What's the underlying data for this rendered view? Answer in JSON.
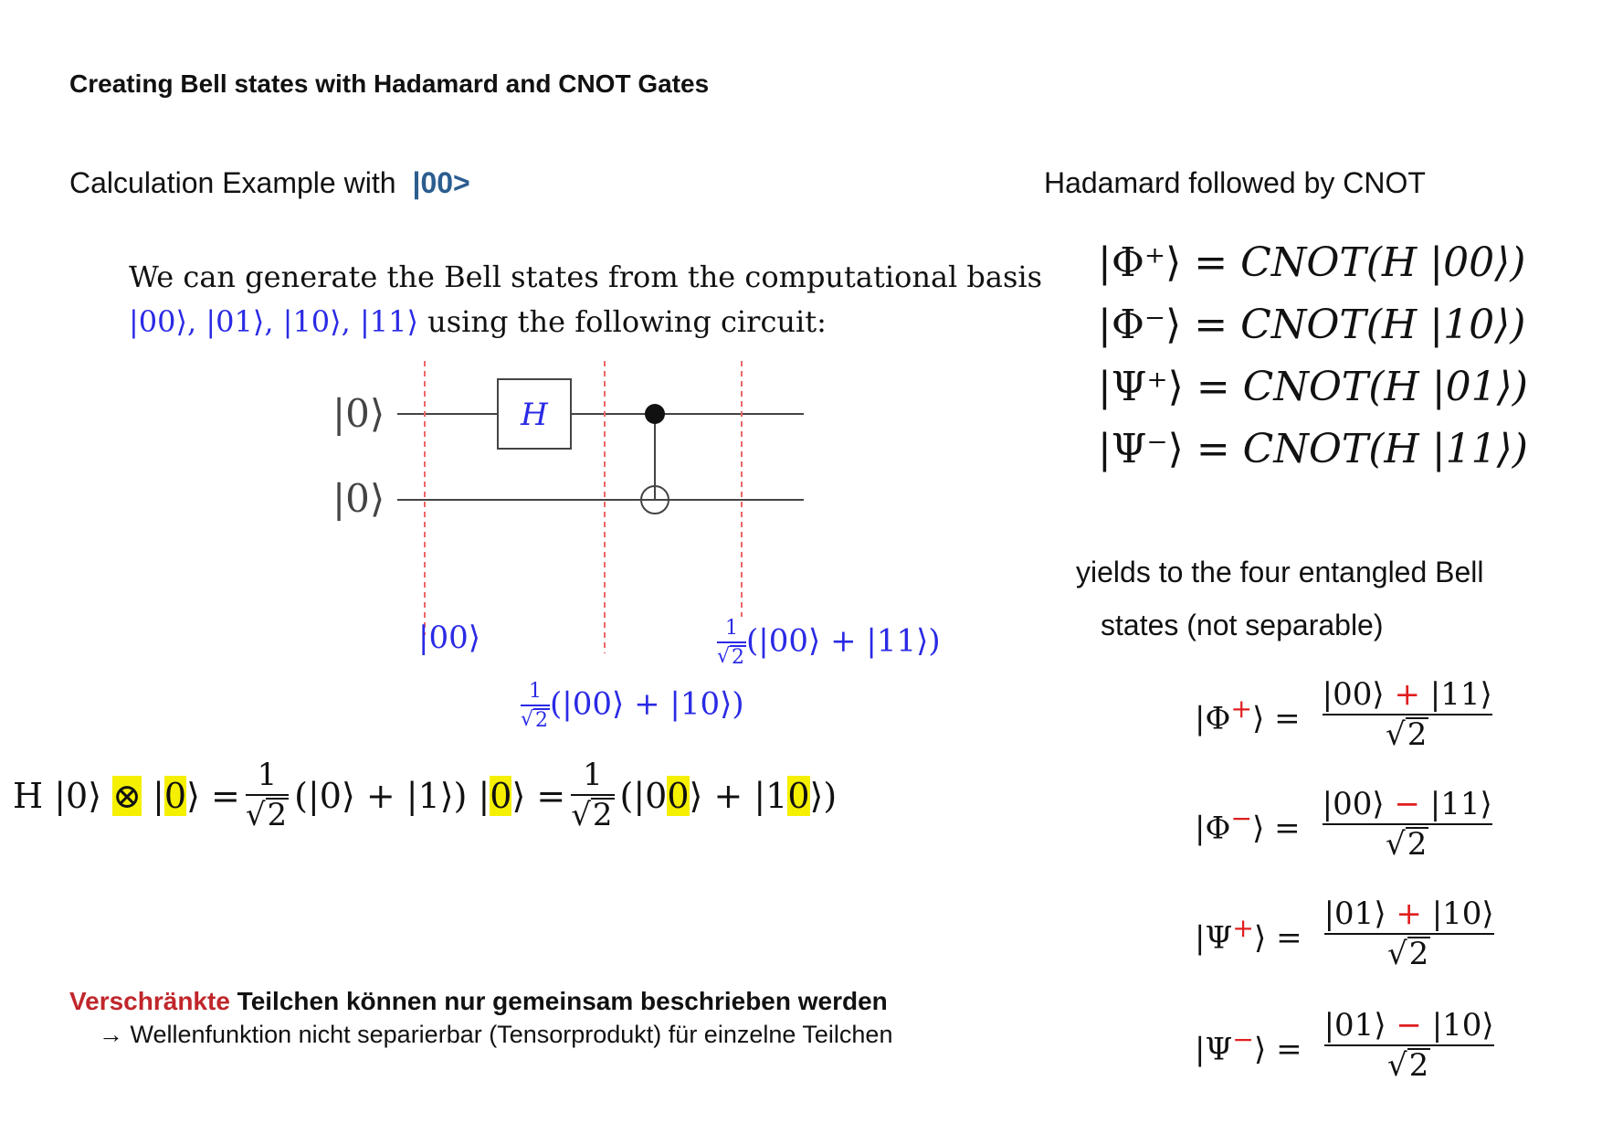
{
  "title": "Creating Bell states with Hadamard and CNOT Gates",
  "calc_heading": {
    "text": "Calculation Example with",
    "ket": "|00>"
  },
  "hadamard_heading": "Hadamard  followed by CNOT",
  "intro": {
    "line1": "We can generate the Bell states from the computational basis",
    "line2_kets": "|00⟩, |01⟩, |10⟩, |11⟩",
    "line2_text": "using the following circuit:"
  },
  "circuit": {
    "input_top": "|0⟩",
    "input_bottom": "|0⟩",
    "gate_label": "H",
    "state_initial": "|00⟩",
    "state_mid": "(|00⟩ + |10⟩)",
    "state_final": "(|00⟩ + |11⟩)",
    "frac_num": "1",
    "frac_den": "2"
  },
  "main_equation": {
    "lhs": "H |0⟩",
    "otimes": "⊗",
    "ket_open": "|",
    "zero": "0",
    "ket_close": "⟩",
    "eq": "=",
    "frac_num": "1",
    "frac_den": "2",
    "mid_term": "(|0⟩ + |1⟩) |",
    "rhs_open": "(|0",
    "rhs_mid": "⟩ + |1",
    "rhs_close": "⟩)"
  },
  "cnot_equations": [
    {
      "lhs": "|Φ⁺⟩",
      "rhs": "= CNOT(H |00⟩)"
    },
    {
      "lhs": "|Φ⁻⟩",
      "rhs": "= CNOT(H |10⟩)"
    },
    {
      "lhs": "|Ψ⁺⟩",
      "rhs": "= CNOT(H |01⟩)"
    },
    {
      "lhs": "|Ψ⁻⟩",
      "rhs": "= CNOT(H |11⟩)"
    }
  ],
  "yields": {
    "line1": "yields to the four entangled Bell",
    "line2": "states (not separable)"
  },
  "bell_states": [
    {
      "lhs_open": "|Φ",
      "sign": "+",
      "lhs_close": "⟩ =",
      "a": "|00⟩",
      "op": "+",
      "b": "|11⟩",
      "den": "2"
    },
    {
      "lhs_open": "|Φ",
      "sign": "−",
      "lhs_close": "⟩ =",
      "a": "|00⟩",
      "op": "−",
      "b": "|11⟩",
      "den": "2"
    },
    {
      "lhs_open": "|Ψ",
      "sign": "+",
      "lhs_close": "⟩ =",
      "a": "|01⟩",
      "op": "+",
      "b": "|10⟩",
      "den": "2"
    },
    {
      "lhs_open": "|Ψ",
      "sign": "−",
      "lhs_close": "⟩ =",
      "a": "|01⟩",
      "op": "−",
      "b": "|10⟩",
      "den": "2"
    }
  ],
  "entangled_note": {
    "red_word": "Verschränkte",
    "rest": "Teilchen können nur gemeinsam beschrieben werden",
    "arrow_line": "→ Wellenfunktion nicht separierbar (Tensorprodukt) für einzelne Teilchen"
  },
  "colors": {
    "blue_math": "#2a2ae6",
    "red_accent": "#e01e1e",
    "highlight": "#f5f000",
    "heading_ket": "#2b5d8f"
  }
}
